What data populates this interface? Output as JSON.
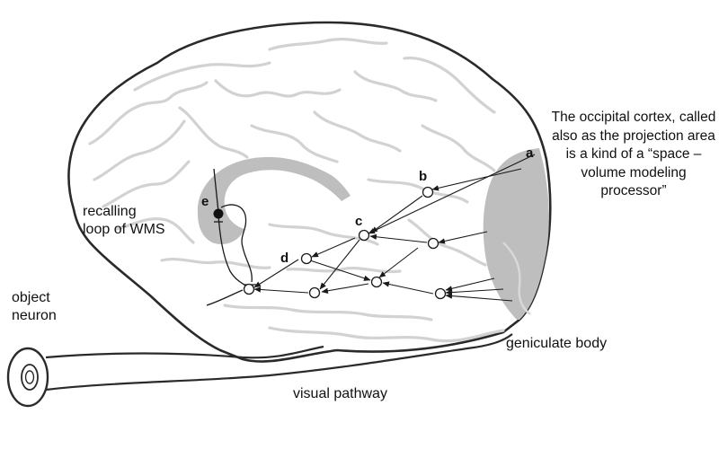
{
  "labels": {
    "recalling_line1": "recalling",
    "recalling_line2": "loop of WMS",
    "object_line1": "object",
    "object_line2": "neuron",
    "geniculate": "geniculate body",
    "visual_pathway": "visual pathway",
    "cortex_text": "The occipital cortex, called also as the projection area is a kind of a “space – volume modeling processor”"
  },
  "node_letters": {
    "a": "a",
    "b": "b",
    "c": "c",
    "d": "d",
    "e": "e"
  },
  "colors": {
    "brain_outline": "#2a2a2a",
    "gyri": "#d2d2d2",
    "highlight": "#bebebe",
    "neuron": "#1a1a1a"
  }
}
